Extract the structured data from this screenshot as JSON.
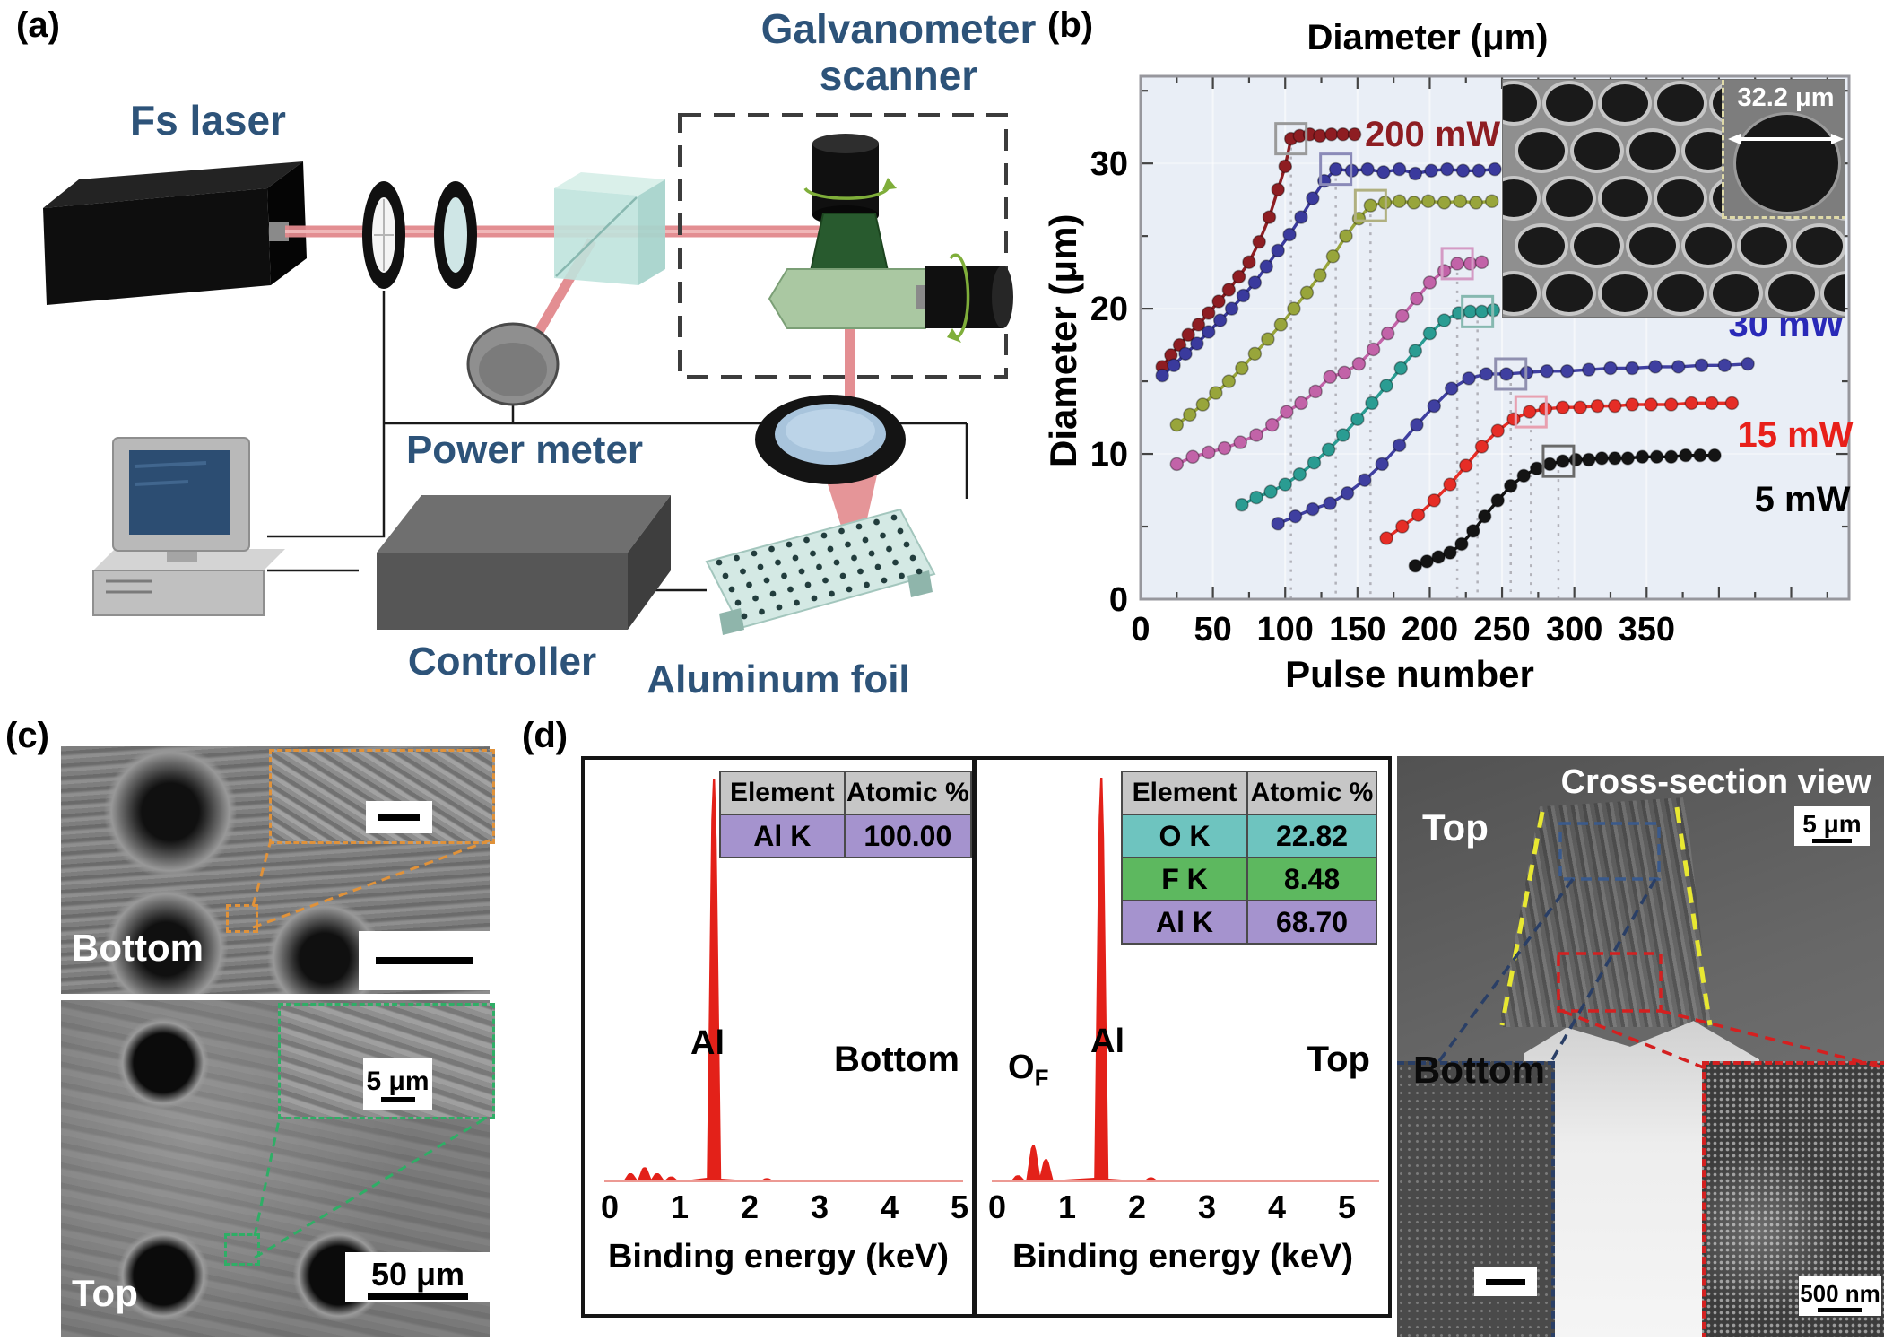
{
  "figure": {
    "panel_a_tag": "(a)",
    "panel_b_tag": "(b)",
    "panel_c_tag": "(c)",
    "panel_d_tag": "(d)"
  },
  "panel_a": {
    "fs_laser_label": "Fs laser",
    "galvanometer_label_line1": "Galvanometer",
    "galvanometer_label_line2": "scanner",
    "power_meter_label": "Power meter",
    "controller_label": "Controller",
    "aluminum_foil_label": "Aluminum foil",
    "label_color": "#2d5379"
  },
  "panel_b": {
    "inset_scale_label": "32.2 μm"
  },
  "panel_c": {
    "image1_label": "Bottom",
    "image2_label": "Top",
    "inset2_scale_label": "5 μm",
    "image2_scale_label": "50 μm"
  },
  "panel_d": {
    "cross_section": {
      "title": "Cross-section view",
      "scale_label": "5 μm",
      "top_label": "Top",
      "bottom_label": "Bottom",
      "inset_scale_label": "500 nm"
    }
  },
  "chart_data": [
    {
      "id": "hole-diameter-vs-pulse-number",
      "type": "line",
      "title": "Diameter (μm)",
      "xlabel": "Pulse number",
      "ylabel": "Diameter (μm)",
      "xlim": [
        0,
        490
      ],
      "ylim": [
        0,
        36
      ],
      "xticks_labeled": [
        0,
        50,
        100,
        150,
        200,
        250,
        300,
        350
      ],
      "xtick_minor_step": 25,
      "yticks_labeled": [
        0,
        10,
        20,
        30
      ],
      "ytick_minor": [
        5,
        15,
        25,
        35
      ],
      "grid": false,
      "legend_position": "inline-annotations",
      "series": [
        {
          "label": "200 mW",
          "color": "#8e1d22",
          "marker_box": "#9a9a9a",
          "saturation_x": 104,
          "x": [
            15,
            21,
            27,
            33,
            40,
            47,
            54,
            61,
            68,
            75,
            82,
            89,
            95,
            100,
            104,
            110,
            117,
            124,
            132,
            140,
            148
          ],
          "y": [
            16,
            16.8,
            17.5,
            18.2,
            18.9,
            19.7,
            20.5,
            21.3,
            22.2,
            23.2,
            24.6,
            26.3,
            28.2,
            29.8,
            31.7,
            31.9,
            32,
            31.9,
            32,
            32,
            32
          ]
        },
        {
          "label": "",
          "color": "#3a3a9d",
          "marker_box": "#8a8ab8",
          "saturation_x": 135,
          "x": [
            15,
            23,
            31,
            39,
            47,
            55,
            63,
            71,
            79,
            87,
            95,
            103,
            111,
            119,
            127,
            135,
            146,
            157,
            168,
            179,
            190,
            201,
            212,
            223,
            234,
            245
          ],
          "y": [
            15.4,
            16.1,
            16.9,
            17.6,
            18.4,
            19.2,
            20,
            20.9,
            21.8,
            22.9,
            24,
            25.1,
            26.3,
            27.6,
            28.8,
            29.6,
            29.5,
            29.6,
            29.4,
            29.6,
            29.3,
            29.5,
            29.6,
            29.5,
            29.5,
            29.6
          ]
        },
        {
          "label": "",
          "color": "#98a53b",
          "marker_box": "#b0b080",
          "saturation_x": 159,
          "x": [
            25,
            34,
            43,
            52,
            61,
            70,
            79,
            88,
            97,
            106,
            115,
            124,
            133,
            142,
            151,
            159,
            169,
            179,
            189,
            199,
            210,
            221,
            232,
            243
          ],
          "y": [
            12,
            12.7,
            13.4,
            14.2,
            15,
            15.9,
            16.9,
            17.9,
            18.9,
            20,
            21.1,
            22.3,
            23.6,
            25,
            26.2,
            27.1,
            27.3,
            27.4,
            27.3,
            27.4,
            27.3,
            27.4,
            27.3,
            27.4
          ]
        },
        {
          "label": "",
          "color": "#c263a8",
          "marker_box": "#d49ac4",
          "saturation_x": 219,
          "x": [
            25,
            36,
            47,
            58,
            69,
            80,
            91,
            101,
            111,
            121,
            131,
            141,
            151,
            161,
            171,
            181,
            191,
            200,
            210,
            219,
            228,
            236
          ],
          "y": [
            9.3,
            9.8,
            10.1,
            10.4,
            10.8,
            11.3,
            12,
            12.9,
            13.5,
            14.3,
            15.3,
            15.6,
            16.2,
            17.2,
            18.3,
            19.5,
            20.7,
            21.8,
            22.6,
            23.1,
            23.1,
            23.2
          ]
        },
        {
          "label": "",
          "color": "#2a9c92",
          "marker_box": "#86b8b0",
          "saturation_x": 233,
          "x": [
            70,
            80,
            90,
            100,
            110,
            120,
            130,
            140,
            150,
            160,
            170,
            180,
            190,
            200,
            210,
            220,
            228,
            236,
            244
          ],
          "y": [
            6.5,
            7,
            7.4,
            7.9,
            8.6,
            9.4,
            10.3,
            11.3,
            12.4,
            13.5,
            14.7,
            15.9,
            17.1,
            18.3,
            19.2,
            19.7,
            19.8,
            19.8,
            19.9
          ]
        },
        {
          "label": "30 mW",
          "color": "#3f3fa0",
          "marker_box": "#9090b0",
          "saturation_x": 256,
          "x": [
            95,
            107,
            119,
            131,
            143,
            155,
            167,
            179,
            191,
            203,
            215,
            227,
            239,
            253,
            267,
            281,
            295,
            310,
            325,
            340,
            356,
            372,
            388,
            404,
            420
          ],
          "y": [
            5.2,
            5.7,
            6.2,
            6.6,
            7.3,
            8.2,
            9.3,
            10.6,
            12,
            13.3,
            14.5,
            15.2,
            15.5,
            15.5,
            15.6,
            15.7,
            15.7,
            15.8,
            15.9,
            15.9,
            16,
            16,
            16.1,
            16.1,
            16.2
          ]
        },
        {
          "label": "15 mW",
          "color": "#e62d26",
          "marker_box": "#e8a0b0",
          "saturation_x": 270,
          "x": [
            170,
            181,
            192,
            203,
            214,
            225,
            236,
            247,
            258,
            269,
            280,
            292,
            304,
            316,
            328,
            340,
            353,
            367,
            381,
            395,
            409
          ],
          "y": [
            4.2,
            5,
            5.8,
            6.8,
            7.9,
            9.2,
            10.5,
            11.6,
            12.4,
            12.9,
            13.1,
            13.2,
            13.2,
            13.3,
            13.3,
            13.4,
            13.4,
            13.4,
            13.5,
            13.5,
            13.5
          ]
        },
        {
          "label": "5 mW",
          "color": "#141414",
          "marker_box": "#6a6a6a",
          "saturation_x": 289,
          "x": [
            190,
            198,
            206,
            214,
            222,
            230,
            238,
            247,
            256,
            265,
            274,
            283,
            292,
            301,
            310,
            319,
            328,
            337,
            347,
            357,
            367,
            377,
            387,
            397
          ],
          "y": [
            2.3,
            2.6,
            2.9,
            3.2,
            3.8,
            4.7,
            5.7,
            6.8,
            7.8,
            8.5,
            9,
            9.3,
            9.5,
            9.6,
            9.6,
            9.7,
            9.7,
            9.7,
            9.8,
            9.8,
            9.8,
            9.9,
            9.9,
            9.9
          ]
        }
      ],
      "annotations": [
        {
          "text": "200 mW",
          "color": "#8e1d22"
        },
        {
          "text": "30 mW",
          "color": "#2929b8"
        },
        {
          "text": "15 mW",
          "color": "#e8201a"
        },
        {
          "text": "5 mW",
          "color": "#000000"
        }
      ],
      "inset": {
        "type": "sem-image",
        "scale_label": "32.2 μm"
      }
    },
    {
      "id": "eds-spectrum-bottom",
      "type": "area",
      "xlabel": "Binding energy (keV)",
      "xticks": [
        0,
        1,
        2,
        3,
        4,
        5
      ],
      "color": "#e32119",
      "panel_label": "Bottom",
      "peaks": [
        {
          "label": "Al",
          "kev": 1.49,
          "rel_height": 1.0
        }
      ],
      "noise": [
        {
          "kev": 0.3,
          "rel_height": 0.02
        },
        {
          "kev": 0.5,
          "rel_height": 0.035
        },
        {
          "kev": 0.68,
          "rel_height": 0.02
        },
        {
          "kev": 0.88,
          "rel_height": 0.012
        },
        {
          "kev": 2.25,
          "rel_height": 0.008
        }
      ],
      "table": {
        "header": [
          "Element",
          "Atomic %"
        ],
        "header_color": "#c6c6c6",
        "rows": [
          {
            "element": "Al K",
            "atomic_pct": "100.00",
            "color": "#a593ce"
          }
        ]
      }
    },
    {
      "id": "eds-spectrum-top",
      "type": "area",
      "xlabel": "Binding energy (keV)",
      "xticks": [
        0,
        1,
        2,
        3,
        4,
        5
      ],
      "color": "#e32119",
      "panel_label": "Top",
      "peaks": [
        {
          "label": "O",
          "label_sub": "F",
          "kev": 0.52,
          "rel_height": 0.09
        },
        {
          "label": "",
          "kev": 0.7,
          "rel_height": 0.055
        },
        {
          "label": "Al",
          "kev": 1.49,
          "rel_height": 1.0
        }
      ],
      "noise": [
        {
          "kev": 0.3,
          "rel_height": 0.015
        },
        {
          "kev": 2.2,
          "rel_height": 0.01
        }
      ],
      "table": {
        "header": [
          "Element",
          "Atomic %"
        ],
        "header_color": "#c6c6c6",
        "rows": [
          {
            "element": "O K",
            "atomic_pct": "22.82",
            "color": "#6ec4bf"
          },
          {
            "element": "F K",
            "atomic_pct": "8.48",
            "color": "#5db85f"
          },
          {
            "element": "Al K",
            "atomic_pct": "68.70",
            "color": "#a593ce"
          }
        ]
      }
    }
  ]
}
